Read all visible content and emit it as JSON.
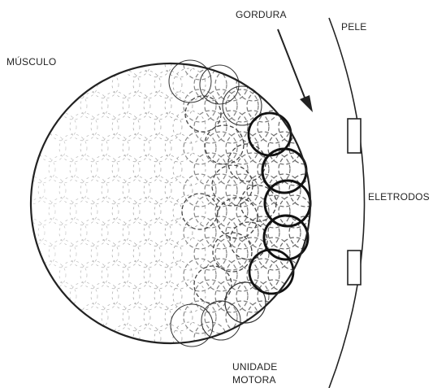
{
  "labels": {
    "muscle": "MÚSCULO",
    "fat": "GORDURA",
    "skin": "PELE",
    "electrodes": "ELETRODOS",
    "motor_unit_line1": "UNIDADE",
    "motor_unit_line2": "MOTORA"
  }
}
